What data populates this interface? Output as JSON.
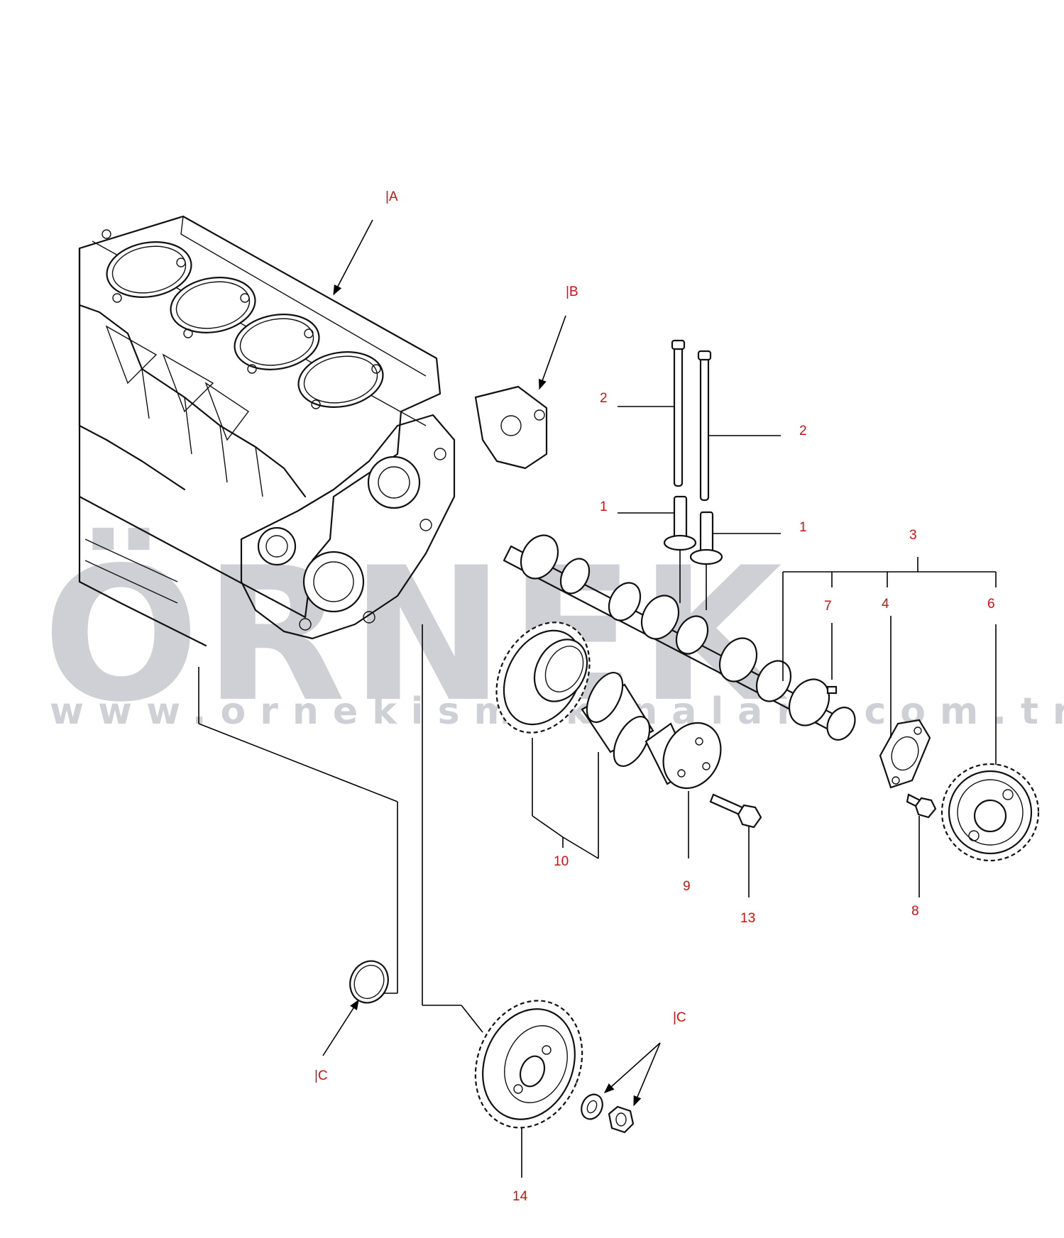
{
  "watermark": {
    "brand": "ÖRNEK",
    "url": "www.ornekismakinalari.com.tr"
  },
  "colors": {
    "callout_text": "#cc1111",
    "line_art": "#111111",
    "watermark": "#cfcfd6",
    "background": "#ffffff"
  },
  "callouts": {
    "ref_a": "|A",
    "ref_b": "|B",
    "ref_c_left": "|C",
    "ref_c_right": "|C",
    "p1_left": "1",
    "p1_right": "1",
    "p2_left": "2",
    "p2_right": "2",
    "p3": "3",
    "p4": "4",
    "p6": "6",
    "p7": "7",
    "p8": "8",
    "p9": "9",
    "p10": "10",
    "p13": "13",
    "p14": "14"
  }
}
